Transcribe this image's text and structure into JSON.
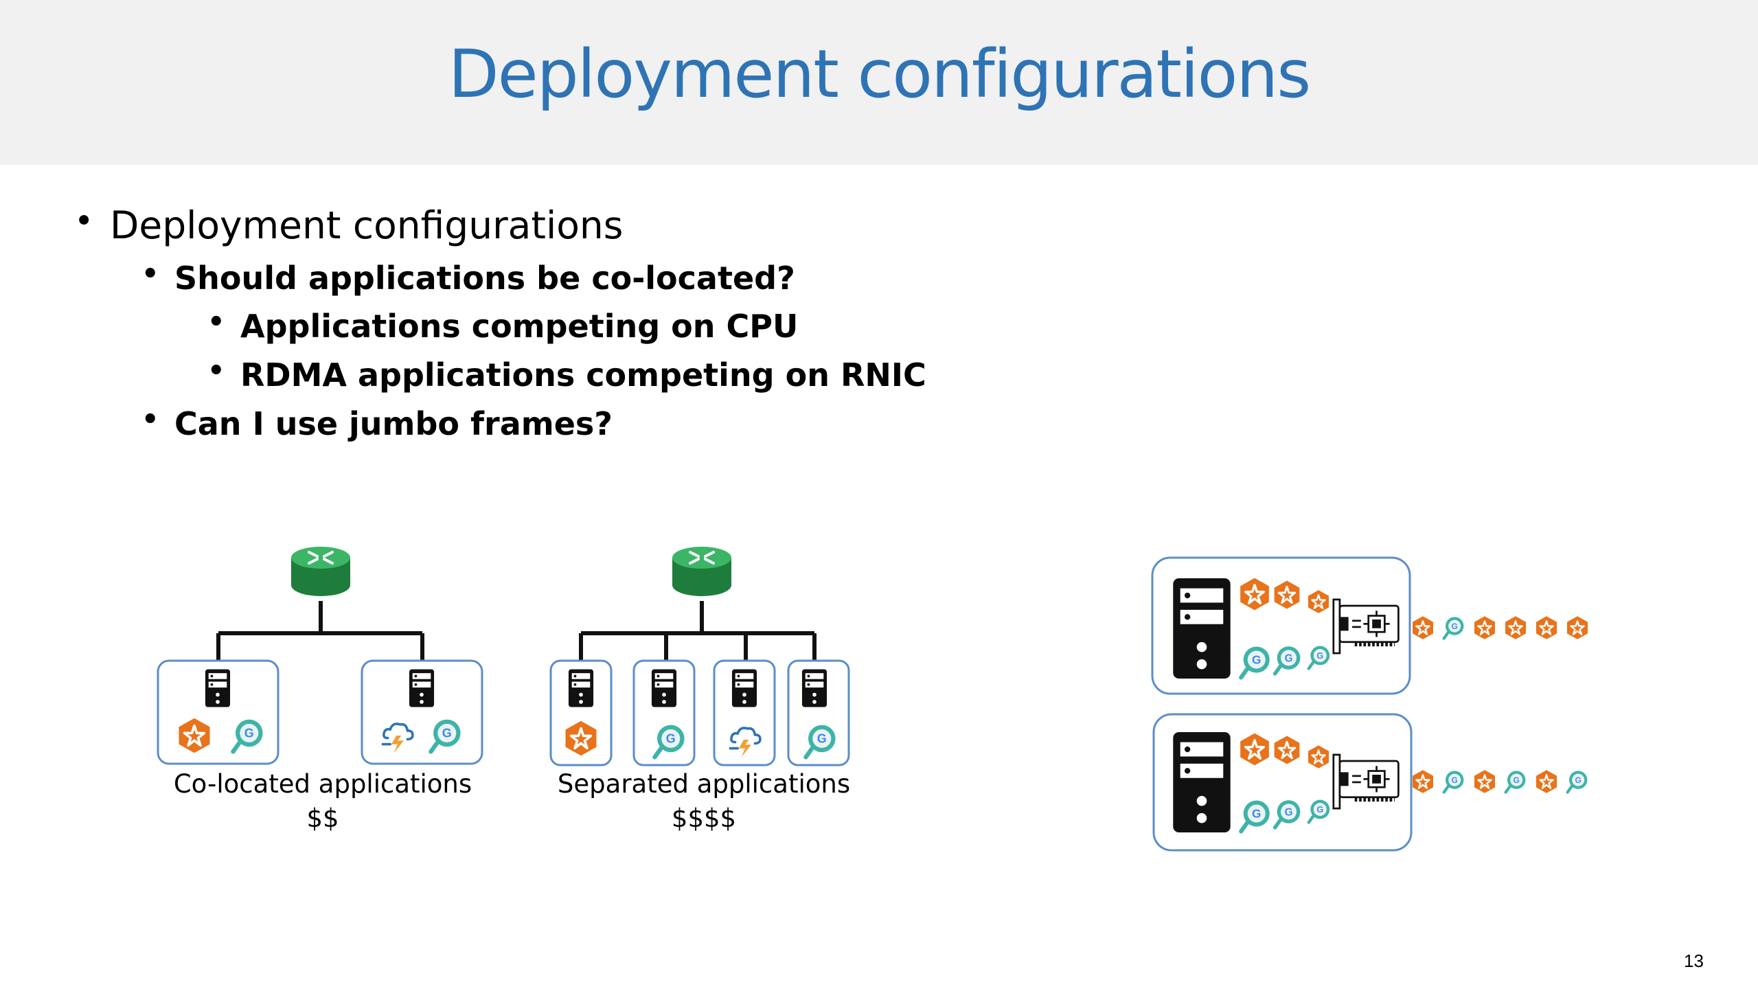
{
  "title": "Deployment configurations",
  "bullets": {
    "level1": "Deployment configurations",
    "q1": "Should applications be co-located?",
    "q1_sub1": "Applications competing on CPU",
    "q1_sub2": "RDMA applications competing on RNIC",
    "q2": "Can I use jumbo frames?"
  },
  "diagrams": {
    "colocated_caption": "Co-located applications",
    "colocated_cost": "$$",
    "separated_caption": "Separated applications",
    "separated_cost": "$$$$"
  },
  "page_number": "13",
  "colors": {
    "title": "#2e74b5",
    "title_band": "#f1f1f1",
    "router_green": "#2e9e4f",
    "box_border": "#5b8ec7",
    "app_orange": "#e8731a",
    "app_teal": "#3fb3a8"
  },
  "icons": [
    "router-icon",
    "server-icon",
    "hex-app-icon",
    "g-search-icon",
    "cloud-bolt-icon",
    "nic-card-icon"
  ]
}
